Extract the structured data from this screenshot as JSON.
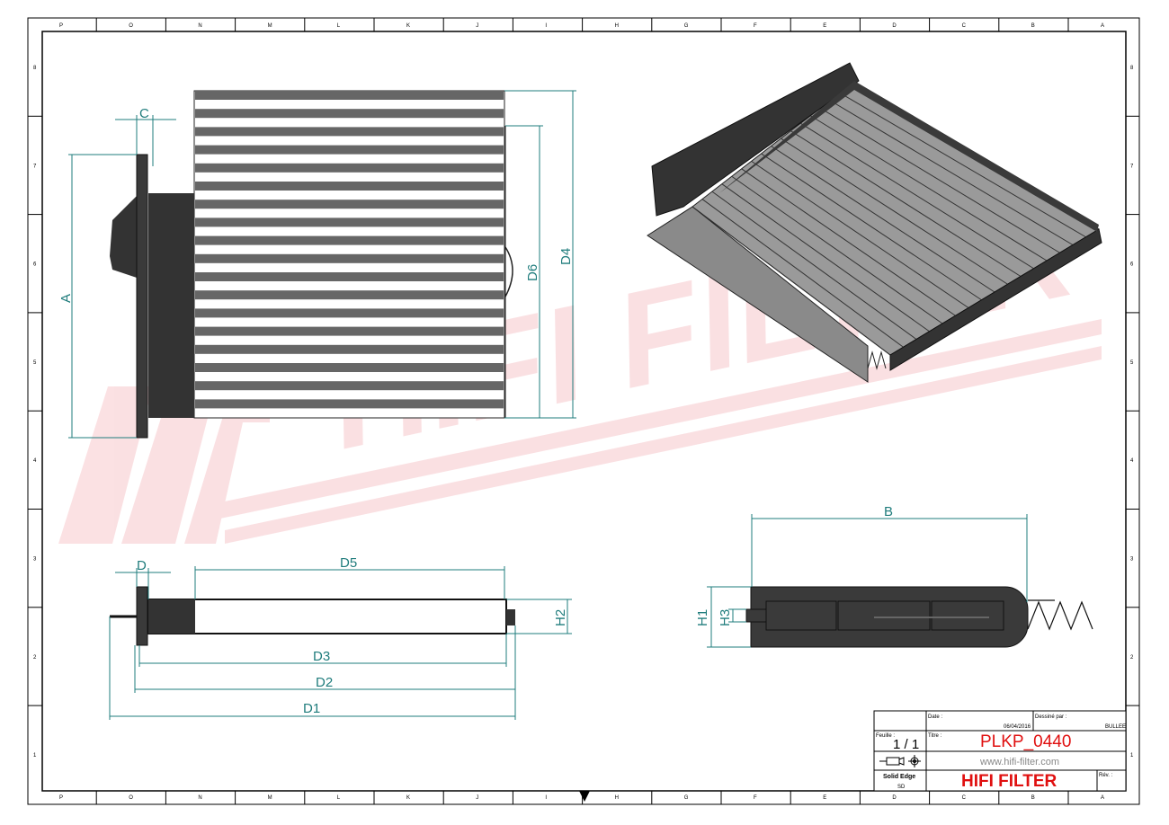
{
  "watermark": "HIFI FILTER",
  "grid": {
    "columns": [
      "P",
      "O",
      "N",
      "M",
      "L",
      "K",
      "J",
      "I",
      "H",
      "G",
      "F",
      "E",
      "D",
      "C",
      "B",
      "A"
    ],
    "rows": [
      "8",
      "7",
      "6",
      "5",
      "4",
      "3",
      "2",
      "1"
    ]
  },
  "dimensions": {
    "top_view": {
      "a": "A",
      "c": "C",
      "d4": "D4",
      "d6": "D6"
    },
    "side_view": {
      "d": "D",
      "d5": "D5",
      "d3": "D3",
      "d2": "D2",
      "d1": "D1",
      "h2": "H2"
    },
    "end_view": {
      "b": "B",
      "h1": "H1",
      "h3": "H3"
    }
  },
  "title_block": {
    "date_label": "Date :",
    "date_value": "06/04/2016",
    "drawn_by_label": "Dessiné par :",
    "drawn_by_value": "BULLEE",
    "sheet_label": "Feuille :",
    "sheet_value": "1 / 1",
    "title_label": "Titre :",
    "title_value": "PLKP_0440",
    "website": "www.hifi-filter.com",
    "software": "Solid Edge",
    "software_sub": "SD",
    "company": "HIFI FILTER",
    "revision_label": "Rév. :",
    "colors": {
      "accent_red": "#e01010",
      "dimension": "#1f7c7c"
    }
  }
}
